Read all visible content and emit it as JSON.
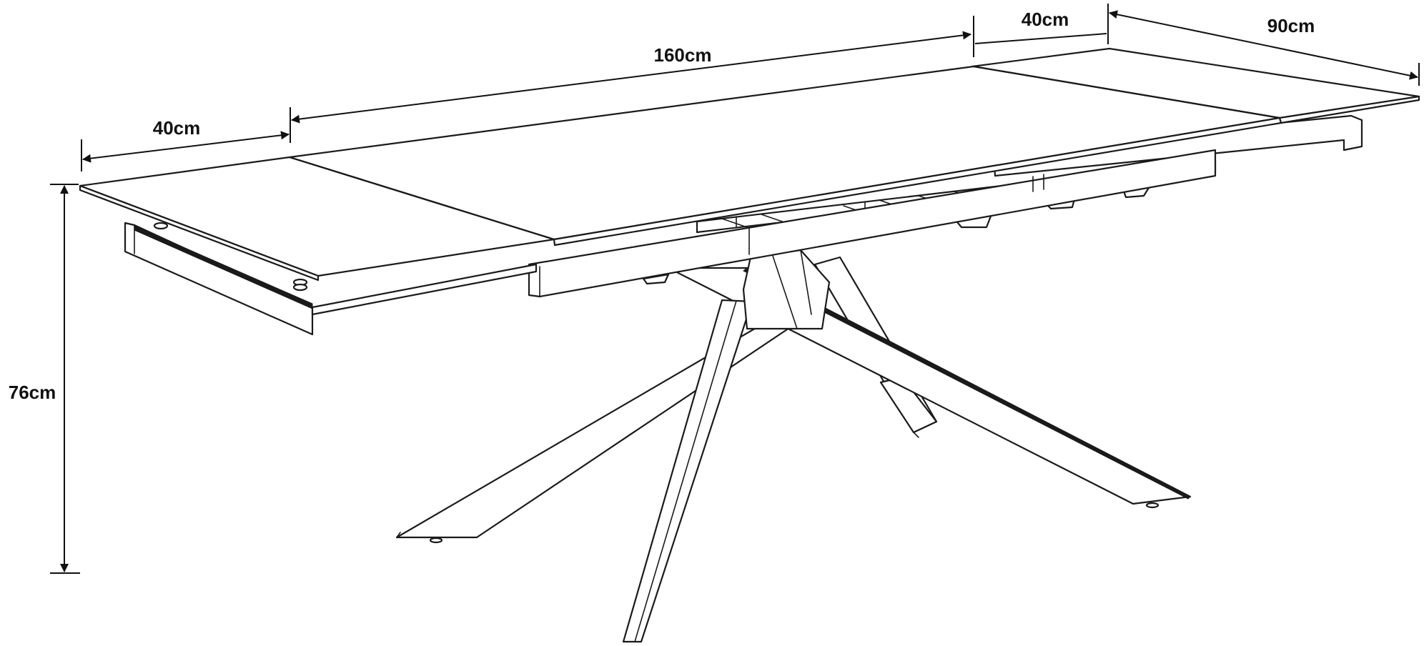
{
  "dimensions": {
    "left_extension": "40cm",
    "main_length": "160cm",
    "right_extension": "40cm",
    "depth": "90cm",
    "height": "76cm"
  },
  "colors": {
    "line": "#1a1a1a",
    "background": "#ffffff"
  }
}
